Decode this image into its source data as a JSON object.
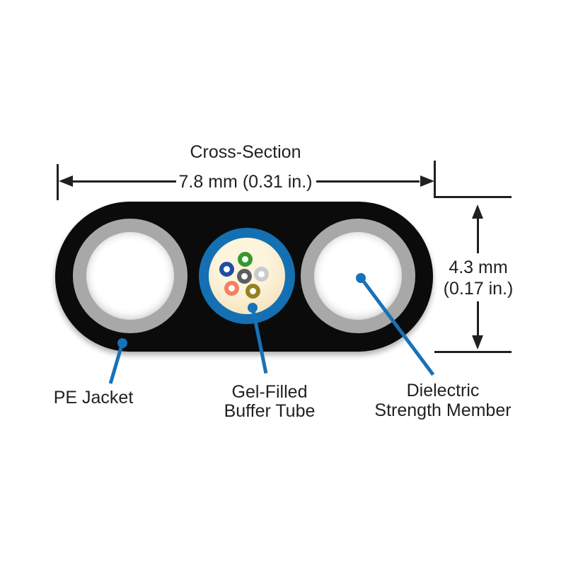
{
  "title": "Cross-Section",
  "dimensions": {
    "width_label": "7.8 mm (0.31 in.)",
    "height_label_line1": "4.3 mm",
    "height_label_line2": "(0.17 in.)"
  },
  "labels": {
    "pe_jacket": "PE Jacket",
    "buffer_tube_line1": "Gel-Filled",
    "buffer_tube_line2": "Buffer Tube",
    "strength_member_line1": "Dielectric",
    "strength_member_line2": "Strength Member"
  },
  "colors": {
    "jacket_black": "#0b0b0b",
    "strength_member_gray": "#a8a8a8",
    "buffer_tube_blue": "#1470b2",
    "gel_cream": "#f7e7c4",
    "leader_blue": "#1772b8",
    "dimension_black": "#231f20"
  },
  "fibers": [
    {
      "name": "green",
      "color": "#35992e"
    },
    {
      "name": "blue",
      "color": "#1d4fa3"
    },
    {
      "name": "dark-gray",
      "color": "#5c5d5f"
    },
    {
      "name": "light-gray",
      "color": "#c9cbcd"
    },
    {
      "name": "orange",
      "color": "#f28061"
    },
    {
      "name": "olive",
      "color": "#93831d"
    }
  ]
}
